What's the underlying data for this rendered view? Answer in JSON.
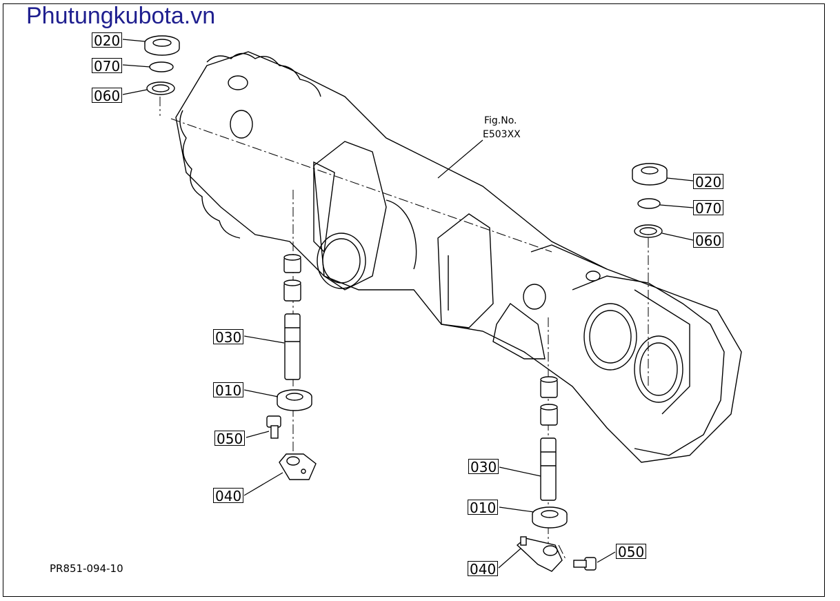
{
  "site_title": "Phutungkubota.vn",
  "figure_ref": {
    "line1": "Fig.No.",
    "line2": "E503XX"
  },
  "drawing_code": "PR851-094-10",
  "labels": {
    "left_020": "020",
    "left_070": "070",
    "left_060": "060",
    "left_030": "030",
    "left_010": "010",
    "left_050": "050",
    "left_040": "040",
    "right_020": "020",
    "right_070": "070",
    "right_060": "060",
    "right_030": "030",
    "right_010": "010",
    "right_040": "040",
    "right_050": "050"
  },
  "colors": {
    "title": "#1f1f8f",
    "line": "#000000"
  }
}
